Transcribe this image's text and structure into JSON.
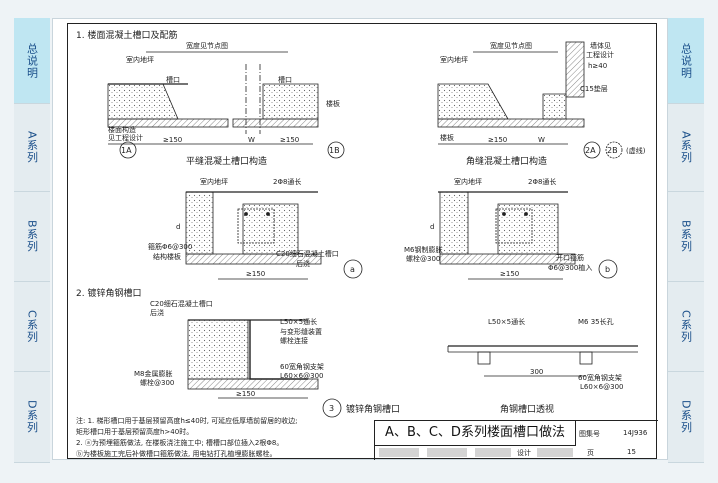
{
  "sidebar_left": [
    {
      "label": "总说明",
      "active": true
    },
    {
      "label": "A系列",
      "active": false
    },
    {
      "label": "B系列",
      "active": false
    },
    {
      "label": "C系列",
      "active": false
    },
    {
      "label": "D系列",
      "active": false
    }
  ],
  "sidebar_right": [
    {
      "label": "总说明",
      "active": true
    },
    {
      "label": "A系列",
      "active": false
    },
    {
      "label": "B系列",
      "active": false
    },
    {
      "label": "C系列",
      "active": false
    },
    {
      "label": "D系列",
      "active": false
    }
  ],
  "section1": {
    "heading": "1. 楼面混凝土槽口及配筋",
    "dim_width": "宽度见节点图",
    "indoor_floor": "室内地坪",
    "trough": "槽口",
    "floor_struct": "楼面构造",
    "see_design": "见工程设计",
    "floor_slab": "楼板",
    "dim_150": "≥150",
    "dim_w": "W",
    "tag_1a": "1A",
    "tag_1b": "1B",
    "caption_flat": "平缝混凝土槽口构造",
    "wall_note_1": "墙体见",
    "wall_note_2": "工程设计",
    "c15": "C15垫层",
    "tag_2a": "2A",
    "tag_2b": "2B",
    "dashed": "(虚线)",
    "caption_corner": "角缝混凝土槽口构造",
    "dim_h40": "h≥40",
    "rebar_top": "2Φ8通长",
    "rebar_hoop": "箍筋Φ6@300",
    "struct_slab": "结构楼板",
    "c20_note": "C20细石混凝土槽口",
    "later_pour": "后浇",
    "tag_a": "a",
    "m6_bolt": "M6钢制膨胀",
    "bolt_spacing": "螺栓@300",
    "hook_rebar": "开口箍筋",
    "hook_spacing": "Φ6@300植入",
    "tag_b": "b",
    "dim_d": "d"
  },
  "section2": {
    "heading": "2. 镀锌角钢槽口",
    "c20_note": "C20细石混凝土槽口",
    "later_pour": "后浇",
    "angle_long": "L50×5通长",
    "weld_1": "与变形缝装置",
    "weld_2": "螺栓连接",
    "bracket": "60宽角钢支架",
    "bracket_spec": "L60×6@300",
    "m8_bolt": "M8金属膨胀",
    "m8_spacing": "螺栓@300",
    "tag_3": "3",
    "caption_angle": "镀锌角钢槽口",
    "angle_long_2": "L50×5通长",
    "m6_hole": "M6 35长孔",
    "dim_300": "300",
    "bracket_2": "60宽角钢支架",
    "bracket_spec_2": "L60×6@300",
    "caption_view": "角钢槽口透视"
  },
  "notes": [
    "注: 1. 梯形槽口用于基层预留高度h≤40时, 可延应低厚墙前留居的收边;",
    "        矩形槽口用于基层预留高度h>40时。",
    "     2. ⓐ为预埋箍筋做法, 在楼板浇注施工中; 槽槽口部位插入2根Φ8。",
    "        ⓑ为楼板施工完后补做槽口箍筋做法, 用电钻打孔植埋膨胀螺栓。"
  ],
  "title_block": {
    "title": "A、B、C、D系列楼面槽口做法",
    "atlas_label": "图集号",
    "atlas_no": "14J936",
    "design_label": "设计",
    "page_label": "页",
    "page_no": "15"
  },
  "colors": {
    "line": "#222222",
    "tab_text": "#1a4f8a",
    "tab_active": "#bfe6f2",
    "concrete": "#8a8a8a"
  }
}
